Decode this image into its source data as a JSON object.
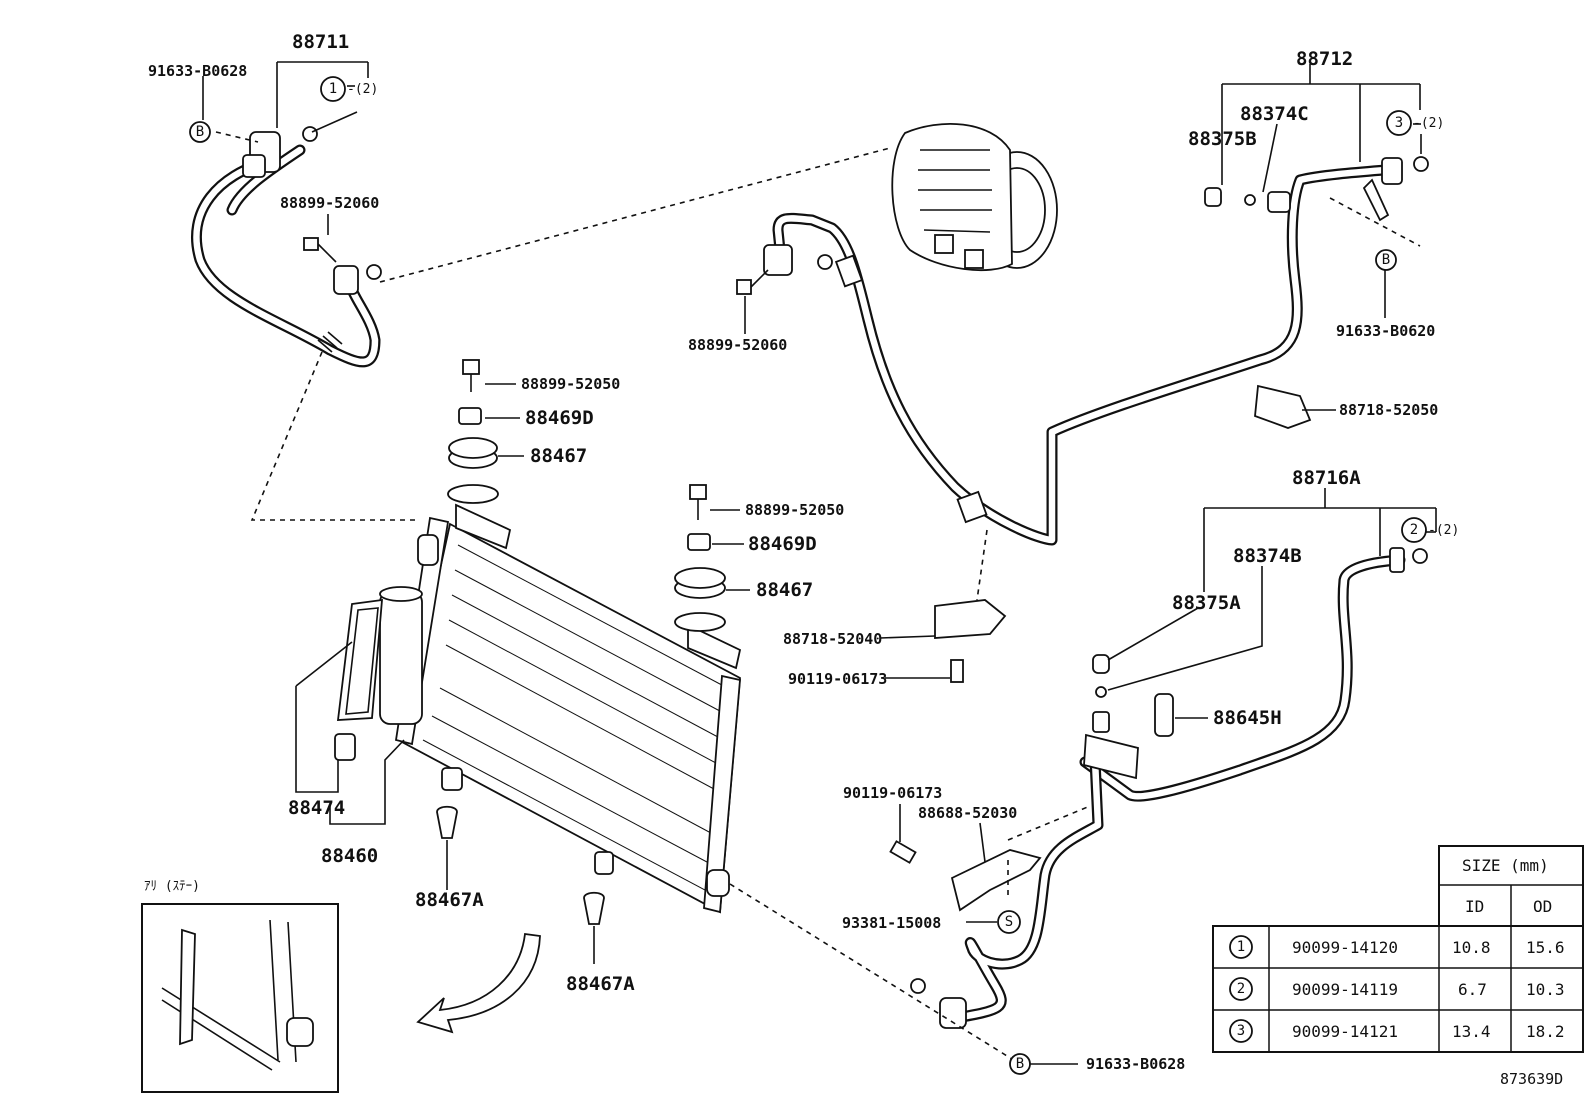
{
  "diagram_code": "873639D",
  "labels": {
    "p88711": "88711",
    "p91633_top_left": "91633-B0628",
    "p88899_52060_left": "88899-52060",
    "p88899_52060_mid": "88899-52060",
    "p88899_52050_a": "88899-52050",
    "p88469D_a": "88469D",
    "p88467_a": "88467",
    "p88899_52050_b": "88899-52050",
    "p88469D_b": "88469D",
    "p88467_b": "88467",
    "p88474": "88474",
    "p88460": "88460",
    "p88467A_a": "88467A",
    "p88467A_b": "88467A",
    "p88712": "88712",
    "p88374C": "88374C",
    "p88375B": "88375B",
    "p91633_B0620": "91633-B0620",
    "p88718_52050": "88718-52050",
    "p88716A": "88716A",
    "p88374B": "88374B",
    "p88375A": "88375A",
    "p88718_52040": "88718-52040",
    "p90119_a": "90119-06173",
    "p88645H": "88645H",
    "p90119_b": "90119-06173",
    "p88688_52030": "88688-52030",
    "p93381_15008": "93381-15008",
    "p91633_bottom": "91633-B0628",
    "inset_title": "ｱﾘ (ｽﾃｰ)"
  },
  "markers": {
    "ring1": "1",
    "ring2": "2",
    "ring3": "3",
    "qty": "-(2)",
    "clampB": "B",
    "clipS": "S"
  },
  "size_table": {
    "title": "SIZE (mm)",
    "col_id": "ID",
    "col_od": "OD",
    "rows": [
      {
        "key": "1",
        "part": "90099-14120",
        "id": "10.8",
        "od": "15.6"
      },
      {
        "key": "2",
        "part": "90099-14119",
        "id": "6.7",
        "od": "10.3"
      },
      {
        "key": "3",
        "part": "90099-14121",
        "id": "13.4",
        "od": "18.2"
      }
    ]
  }
}
